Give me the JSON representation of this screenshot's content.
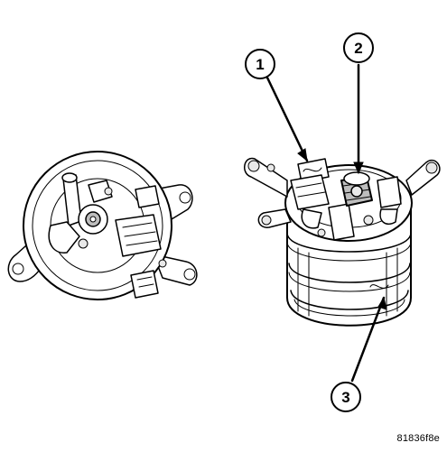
{
  "callouts": [
    {
      "id": "1",
      "label": "1"
    },
    {
      "id": "2",
      "label": "2"
    },
    {
      "id": "3",
      "label": "3"
    }
  ],
  "figure_code": "81836f8e"
}
